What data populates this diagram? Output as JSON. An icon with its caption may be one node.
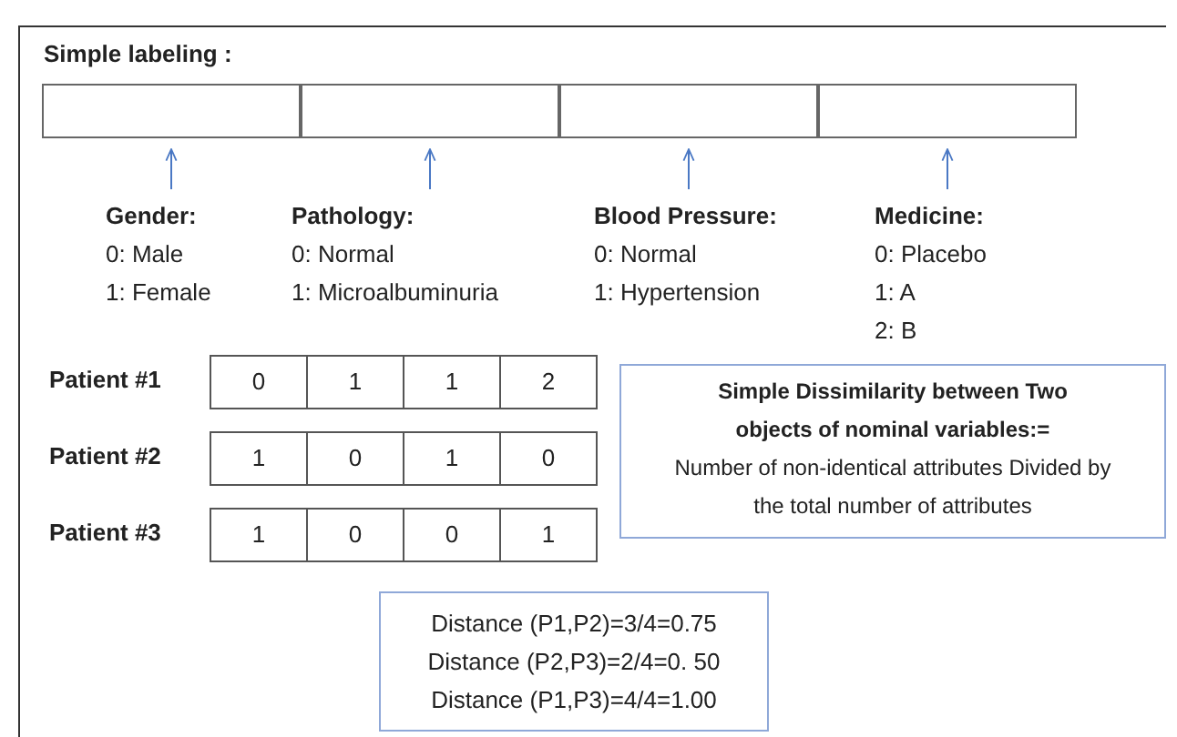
{
  "diagram": {
    "title": "Simple labeling :",
    "nodes": [
      {
        "text": [],
        "shape": "box"
      },
      {
        "text": [],
        "shape": "box"
      },
      {
        "text": [],
        "shape": "box"
      },
      {
        "text": [],
        "shape": "box"
      },
      {
        "text": [
          "Gender:",
          "0: Male",
          "1: Female"
        ]
      },
      {
        "text": [
          "Pathology:",
          "0: Normal",
          "1: Microalbuminuria"
        ]
      },
      {
        "text": [
          "Blood Pressure:",
          "0: Normal",
          "1: Hypertension"
        ]
      },
      {
        "text": [
          "Medicine:",
          "0: Placebo",
          "1: A",
          "2: B"
        ]
      },
      {
        "text": [
          "Simple Dissimilarity between Two objects of nominal variables:=",
          "Number of non-identical attributes Divided by the total number of attributes"
        ]
      },
      {
        "text": [
          "Distance (P1,P2)=3/4=0.75",
          "Distance (P2,P3)=2/4=0. 50",
          "Distance (P1,P3)=4/4=1.00"
        ]
      }
    ],
    "edges": [
      {
        "from": 4,
        "to": 0,
        "arrow": "to"
      },
      {
        "from": 5,
        "to": 1,
        "arrow": "to"
      },
      {
        "from": 6,
        "to": 2,
        "arrow": "to"
      },
      {
        "from": 7,
        "to": 3,
        "arrow": "to"
      }
    ],
    "labels": [
      "Patient #1",
      "0",
      "1",
      "1",
      "2",
      "Patient #2",
      "1",
      "0",
      "1",
      "0",
      "Patient #3",
      "1",
      "0",
      "0",
      "1"
    ]
  }
}
